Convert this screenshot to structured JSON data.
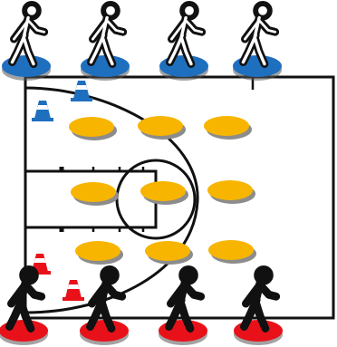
{
  "diagram": {
    "type": "basketball-drill-half-court",
    "court": {
      "line_color": "#111111",
      "background": "#ffffff"
    },
    "groups": {
      "top_team": {
        "label": "",
        "color": "#1f6fbf",
        "figure_fill": "#ffffff",
        "figure_stroke": "#111111",
        "count": 4,
        "icon": "walking-person-icon"
      },
      "bottom_team": {
        "label": "",
        "color": "#e8111a",
        "figure_fill": "#111111",
        "figure_stroke": "#111111",
        "count": 4,
        "icon": "walking-person-icon"
      }
    },
    "spot_markers": {
      "color": "#f7b500",
      "shadow": "#8c8c8c",
      "count": 9,
      "rows": 3,
      "cols": 3
    },
    "cones": {
      "blue": {
        "color": "#1f6fbf",
        "count": 2,
        "icon": "traffic-cone-icon"
      },
      "red": {
        "color": "#e8111a",
        "count": 2,
        "icon": "traffic-cone-icon"
      }
    }
  }
}
